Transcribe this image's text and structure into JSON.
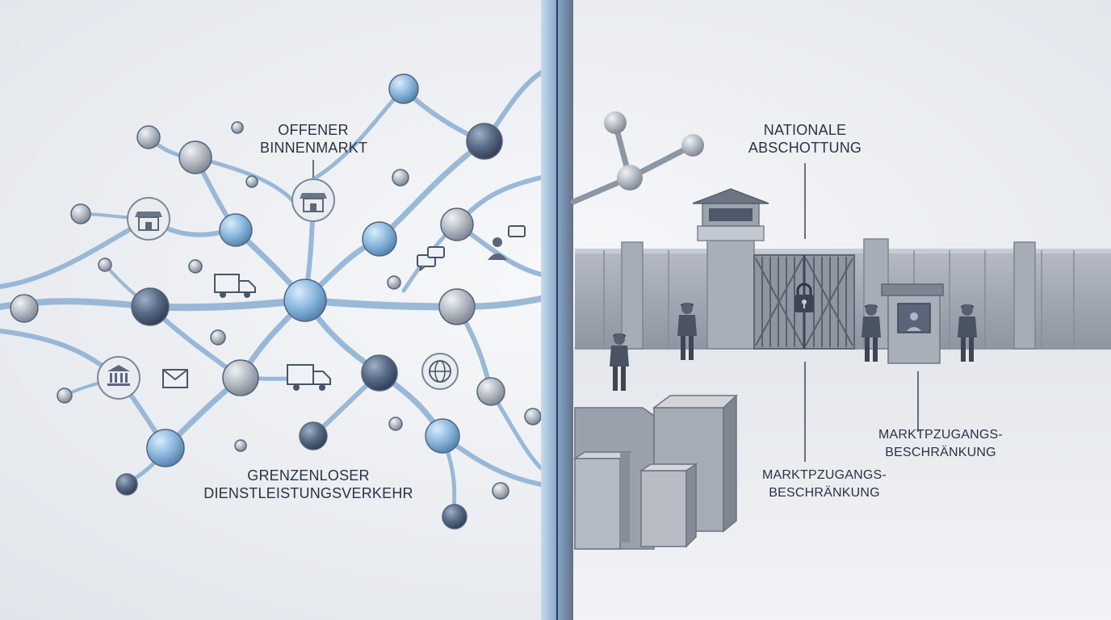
{
  "labels": {
    "open_market": [
      "OFFENER",
      "BINNENMARKT"
    ],
    "services": [
      "GRENZENLOSER",
      "DIENSTLEISTUNGSVERKEHR"
    ],
    "national": [
      "NATIONALE",
      "ABSCHOTTUNG"
    ],
    "restriction_right": [
      "MARKTPZUGANGS-",
      "BESCHRÄNKUNG"
    ],
    "restriction_center": [
      "MARKTPZUGANGS-",
      "BESCHRÄNKUNG"
    ]
  },
  "icons": {
    "left": [
      "storefront-icon",
      "truck-icon",
      "bank-icon",
      "envelope-icon",
      "globe-icon",
      "chat-bubbles-icon",
      "person-chat-icon"
    ],
    "right": [
      "padlock-icon",
      "guard-icon",
      "watchtower-icon",
      "booth-icon"
    ]
  },
  "colors": {
    "background": "#eceff3",
    "network_blue": "#7ea7cc",
    "node_dark": "#3f5068",
    "wall_gray": "#a0a6b1",
    "divider": "#9dbad6",
    "text": "#2a3344"
  }
}
